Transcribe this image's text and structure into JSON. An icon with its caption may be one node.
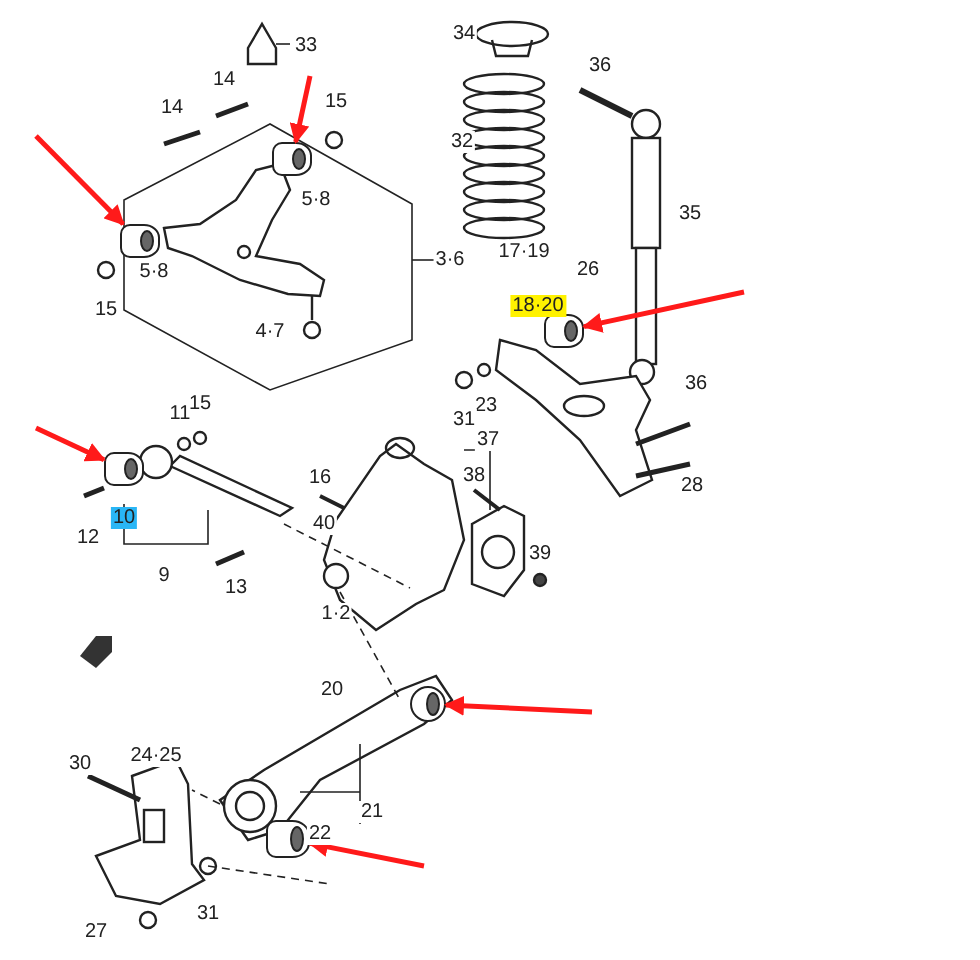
{
  "diagram": {
    "nodes": [
      {
        "text": [],
        "shape": "cylinder"
      },
      {
        "text": [],
        "shape": "cylinder"
      },
      {
        "text": [],
        "shape": "cylinder"
      },
      {
        "text": [],
        "shape": "cylinder"
      },
      {
        "text": [],
        "shape": "circle"
      },
      {
        "text": [],
        "shape": "cylinder"
      }
    ],
    "edges": [
      {
        "from": null,
        "to": 0,
        "arrow": "to"
      },
      {
        "from": null,
        "to": 1,
        "arrow": "to"
      },
      {
        "from": null,
        "to": 2,
        "arrow": "to"
      },
      {
        "from": null,
        "to": 3,
        "arrow": "to"
      },
      {
        "from": null,
        "to": 4,
        "arrow": "to"
      },
      {
        "from": null,
        "to": 5,
        "arrow": "to"
      }
    ],
    "labels": [
      "34",
      "33",
      "36",
      "14",
      "15",
      "14",
      "32",
      "5·8",
      "35",
      "3·6",
      "5·8",
      "17·19",
      "26",
      "18·20",
      "15",
      "4·7",
      "36",
      "23",
      "31",
      "11",
      "15",
      "37",
      "16",
      "38",
      "40",
      "28",
      "10",
      "12",
      "39",
      "9",
      "13",
      "1·2",
      "20",
      "24·25",
      "30",
      "21",
      "22",
      "31",
      "27"
    ]
  }
}
